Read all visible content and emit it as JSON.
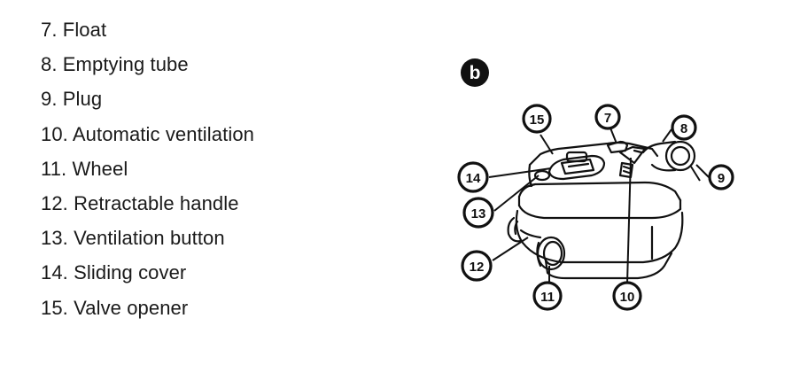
{
  "legend": {
    "items": [
      {
        "num": "7.",
        "label": "Float"
      },
      {
        "num": "8.",
        "label": "Emptying tube"
      },
      {
        "num": "9.",
        "label": "Plug"
      },
      {
        "num": "10.",
        "label": "Automatic ventilation"
      },
      {
        "num": "11.",
        "label": "Wheel"
      },
      {
        "num": "12.",
        "label": "Retractable handle"
      },
      {
        "num": "13.",
        "label": "Ventilation button"
      },
      {
        "num": "14.",
        "label": "Sliding cover"
      },
      {
        "num": "15.",
        "label": "Valve opener"
      }
    ]
  },
  "figure": {
    "badge": "b",
    "callouts": {
      "c15": "15",
      "c7": "7",
      "c8": "8",
      "c14": "14",
      "c9": "9",
      "c13": "13",
      "c12": "12",
      "c11": "11",
      "c10": "10"
    }
  }
}
